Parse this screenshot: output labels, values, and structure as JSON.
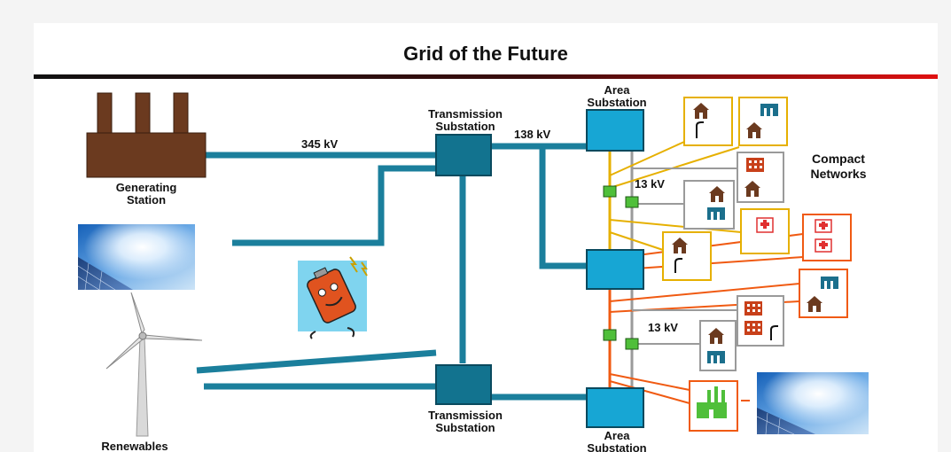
{
  "title": "Grid of the Future",
  "labels": {
    "generating_station_1": "Generating",
    "generating_station_2": "Station",
    "renewables": "Renewables",
    "transmission_top_1": "Transmission",
    "transmission_top_2": "Substation",
    "transmission_bottom_1": "Transmission",
    "transmission_bottom_2": "Substation",
    "area_top_1": "Area",
    "area_top_2": "Substation",
    "area_bottom_1": "Area",
    "area_bottom_2": "Substation",
    "kv_345": "345 kV",
    "kv_138": "138 kV",
    "kv_13_a": "13 kV",
    "kv_13_b": "13 kV",
    "compact_1": "Compact",
    "compact_2": "Networks"
  },
  "colors": {
    "transmission_line": "#1b7f9c",
    "substation_dark": "#12738f",
    "substation_light": "#17a6d4",
    "feeder_yellow": "#e6b000",
    "feeder_orange": "#f05a12",
    "feeder_grey": "#9a9a9a",
    "switch_green": "#4fbf3a",
    "house_brown": "#6b3a1f",
    "title_bar_start": "#111111",
    "title_bar_end": "#e01010"
  },
  "icons": [
    "factory-icon",
    "solar-panel-icon",
    "wind-turbine-icon",
    "battery-mascot-icon",
    "house-icon",
    "office-building-icon",
    "hospital-icon",
    "industrial-plant-icon",
    "streetlight-icon"
  ]
}
